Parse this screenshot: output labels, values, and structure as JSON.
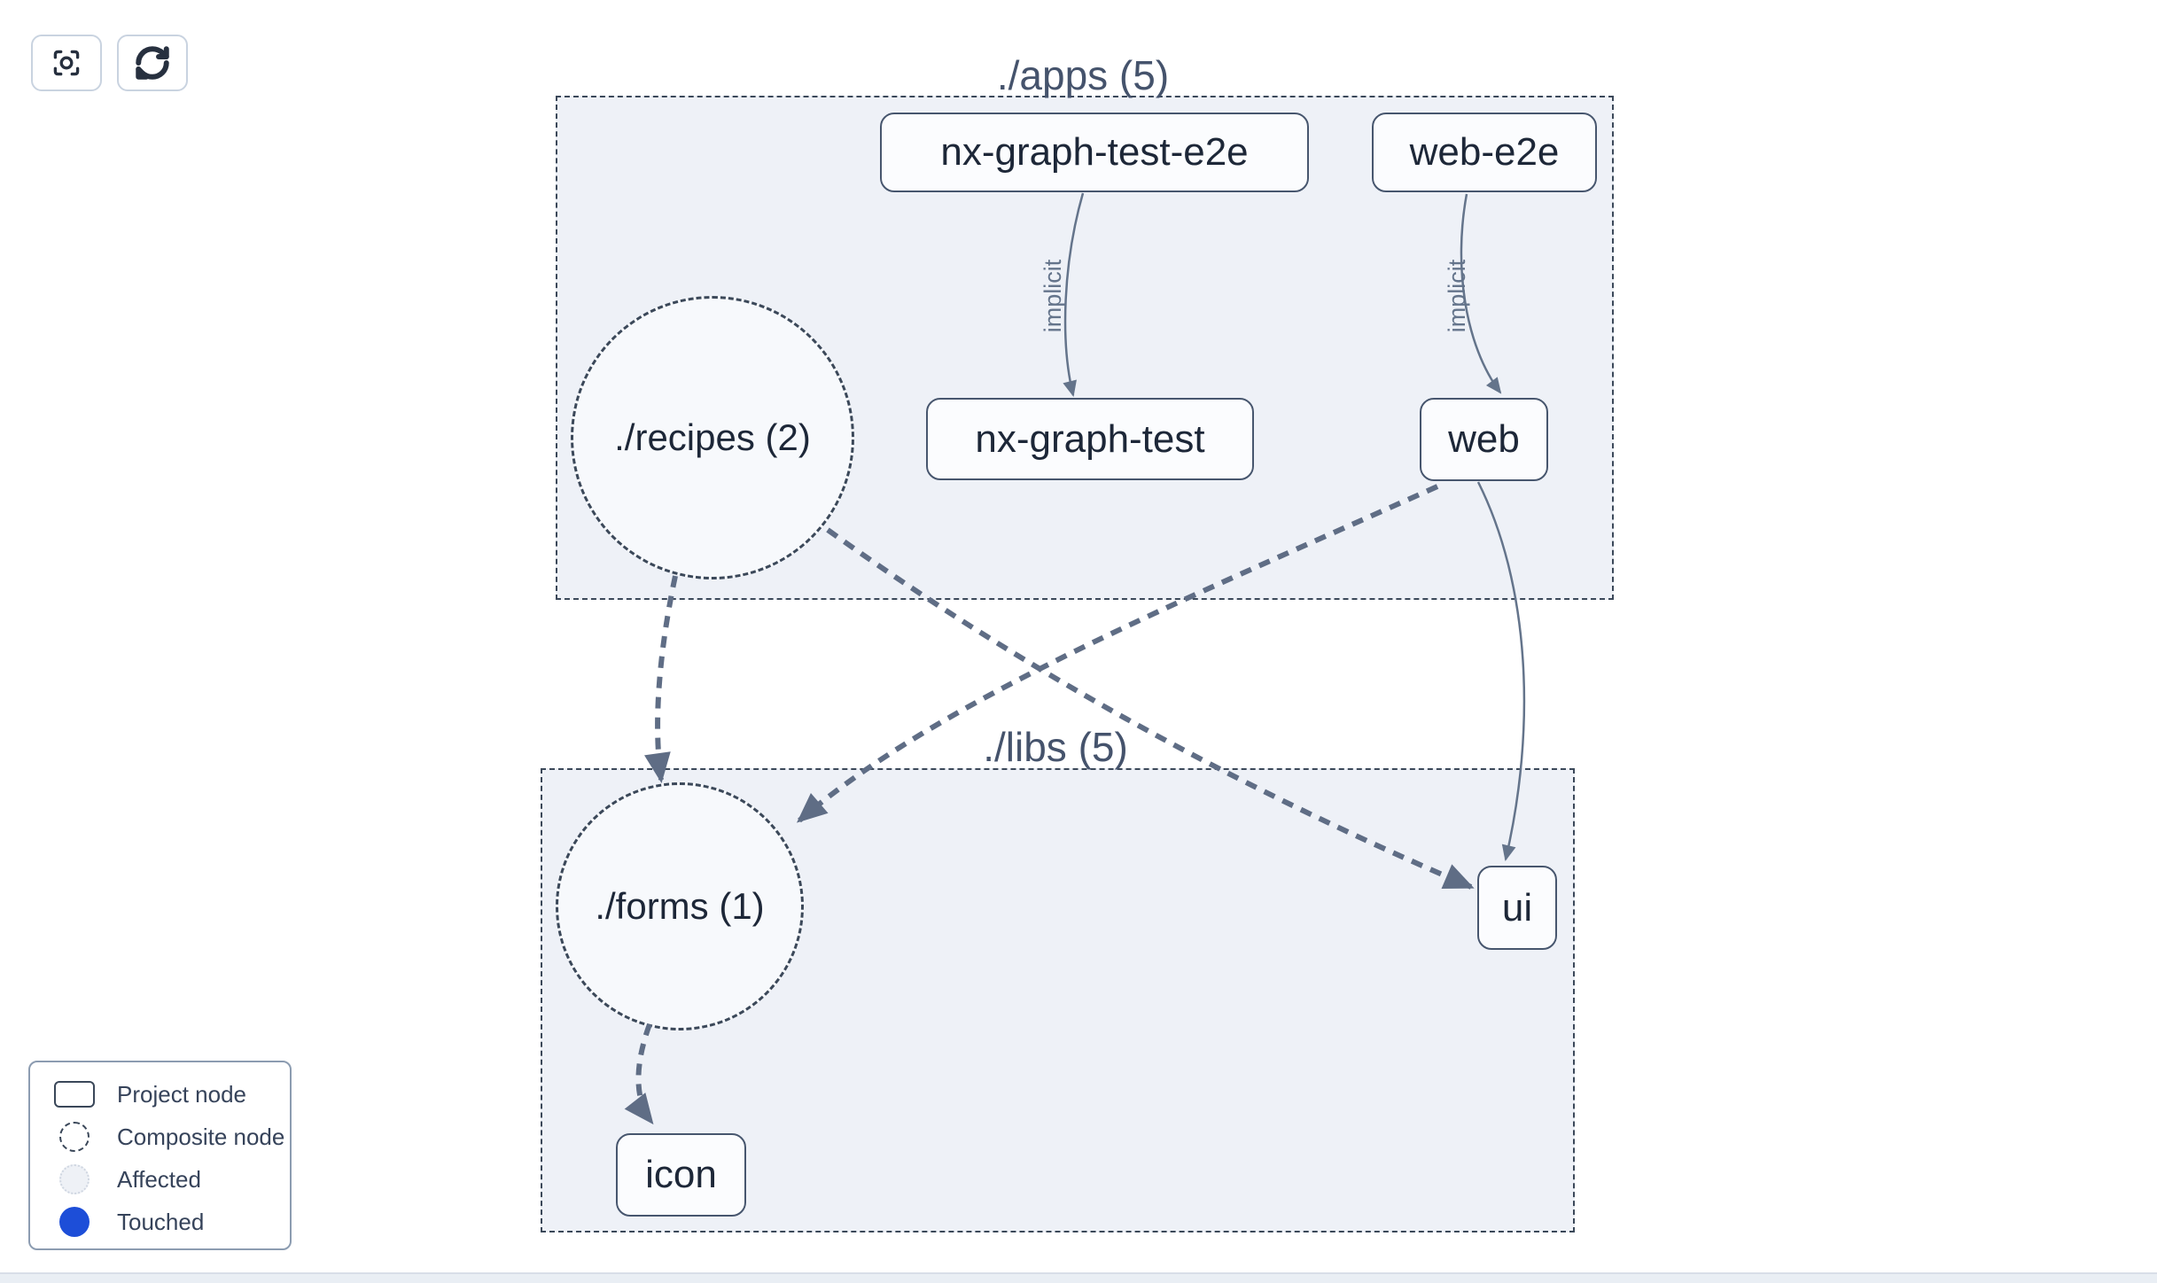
{
  "toolbar": {
    "buttons": [
      {
        "icon": "focus-icon",
        "name": "zoom-to-fit-button"
      },
      {
        "icon": "refresh-icon",
        "name": "refresh-button"
      }
    ]
  },
  "groups": {
    "apps": {
      "label": "./apps (5)"
    },
    "libs": {
      "label": "./libs (5)"
    }
  },
  "nodes": {
    "nx_graph_test_e2e": {
      "label": "nx-graph-test-e2e",
      "type": "project"
    },
    "web_e2e": {
      "label": "web-e2e",
      "type": "project"
    },
    "nx_graph_test": {
      "label": "nx-graph-test",
      "type": "project"
    },
    "web": {
      "label": "web",
      "type": "project"
    },
    "recipes": {
      "label": "./recipes (2)",
      "type": "composite"
    },
    "forms": {
      "label": "./forms (1)",
      "type": "composite"
    },
    "ui": {
      "label": "ui",
      "type": "project"
    },
    "icon": {
      "label": "icon",
      "type": "project"
    }
  },
  "edges": [
    {
      "from": "nx-graph-test-e2e",
      "to": "nx-graph-test",
      "label": "implicit",
      "style": "solid"
    },
    {
      "from": "web-e2e",
      "to": "web",
      "label": "implicit",
      "style": "solid"
    },
    {
      "from": "./recipes (2)",
      "to": "./forms (1)",
      "label": "",
      "style": "dashed"
    },
    {
      "from": "./recipes (2)",
      "to": "ui",
      "label": "",
      "style": "dashed"
    },
    {
      "from": "web",
      "to": "./forms (1)",
      "label": "",
      "style": "dashed"
    },
    {
      "from": "web",
      "to": "ui",
      "label": "",
      "style": "solid"
    },
    {
      "from": "./forms (1)",
      "to": "icon",
      "label": "",
      "style": "dashed"
    }
  ],
  "legend": {
    "items": [
      {
        "swatch": "project-node-swatch",
        "label": "Project node"
      },
      {
        "swatch": "composite-node-swatch",
        "label": "Composite node"
      },
      {
        "swatch": "affected-swatch",
        "label": "Affected"
      },
      {
        "swatch": "touched-swatch",
        "label": "Touched"
      }
    ]
  },
  "colors": {
    "touched_blue": "#1d4ed8",
    "edge_gray": "#64748b",
    "container_fill": "#eef1f7",
    "dashed_border": "#3b4859"
  }
}
